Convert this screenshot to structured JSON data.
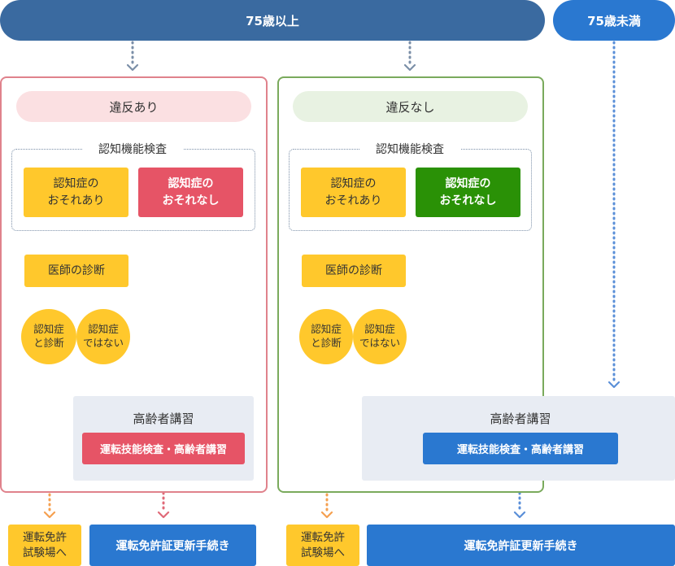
{
  "header": {
    "age_over": "75歳以上",
    "age_under": "75歳未満"
  },
  "violation_yes": {
    "condition": "違反あり",
    "exam_title": "認知機能検査",
    "risk_yes": [
      "認知症の",
      "おそれあり"
    ],
    "risk_no": [
      "認知症の",
      "おそれなし"
    ],
    "doctor": "医師の診断",
    "diag_yes": [
      "認知症",
      "と診断"
    ],
    "diag_no": [
      "認知症",
      "ではない"
    ],
    "course_title": "高齢者講習",
    "course_button": "運転技能検査・高齢者講習",
    "out_test_center": [
      "運転免許",
      "試験場へ"
    ],
    "out_renewal": "運転免許証更新手続き"
  },
  "violation_no": {
    "condition": "違反なし",
    "exam_title": "認知機能検査",
    "risk_yes": [
      "認知症の",
      "おそれあり"
    ],
    "risk_no": [
      "認知症の",
      "おそれなし"
    ],
    "doctor": "医師の診断",
    "diag_yes": [
      "認知症",
      "と診断"
    ],
    "diag_no": [
      "認知症",
      "ではない"
    ],
    "course_title": "高齢者講習",
    "course_button": "運転技能検査・高齢者講習",
    "out_test_center": [
      "運転免許",
      "試験場へ"
    ],
    "out_renewal": "運転免許証更新手続き"
  },
  "colors": {
    "dark_blue": "#3a6aa0",
    "blue": "#2a78d0",
    "yellow": "#ffc82c",
    "red": "#e65466",
    "green": "#2a9106",
    "orange_arrow": "#f5a050",
    "red_arrow": "#e06a78",
    "green_arrow": "#6fa64e",
    "blue_arrow": "#5a8fd8",
    "gray_arrow": "#7b8fa8"
  }
}
